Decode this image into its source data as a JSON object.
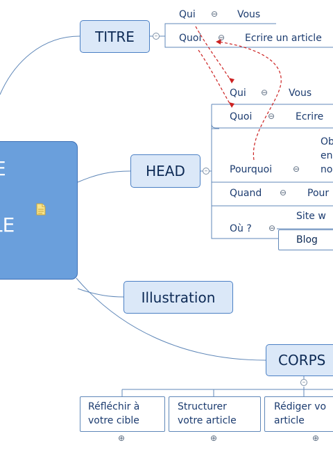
{
  "central": {
    "line1": "E",
    "line2": "LE",
    "note_icon": "note-icon"
  },
  "titre": {
    "label": "TITRE",
    "qui": {
      "key": "Qui",
      "value": "Vous"
    },
    "quoi": {
      "key": "Quoi",
      "value": "Ecrire un article"
    }
  },
  "head": {
    "label": "HEAD",
    "qui": {
      "key": "Qui",
      "value": "Vous"
    },
    "quoi": {
      "key": "Quoi",
      "value": "Ecrire"
    },
    "pourquoi": {
      "key": "Pourquoi",
      "value_lines": [
        "Ob",
        "en",
        "no"
      ]
    },
    "quand": {
      "key": "Quand",
      "value": "Pour"
    },
    "ou": {
      "key": "Où ?",
      "value1": "Site w",
      "value2": "Blog"
    }
  },
  "illustration": {
    "label": "Illustration"
  },
  "corps": {
    "label": "CORPS",
    "children": [
      {
        "line1": "Réfléchir à",
        "line2": "votre cible"
      },
      {
        "line1": "Structurer",
        "line2": "votre article"
      },
      {
        "line1": "Rédiger vo",
        "line2": "article"
      }
    ]
  },
  "symbols": {
    "collapse": "⊖",
    "expand": "⊕"
  },
  "colors": {
    "central": "#6a9fdc",
    "node_fill": "#dbe8f8",
    "node_border": "#4a7fc4",
    "link_red": "#cc2222",
    "line": "#5f87b8"
  }
}
